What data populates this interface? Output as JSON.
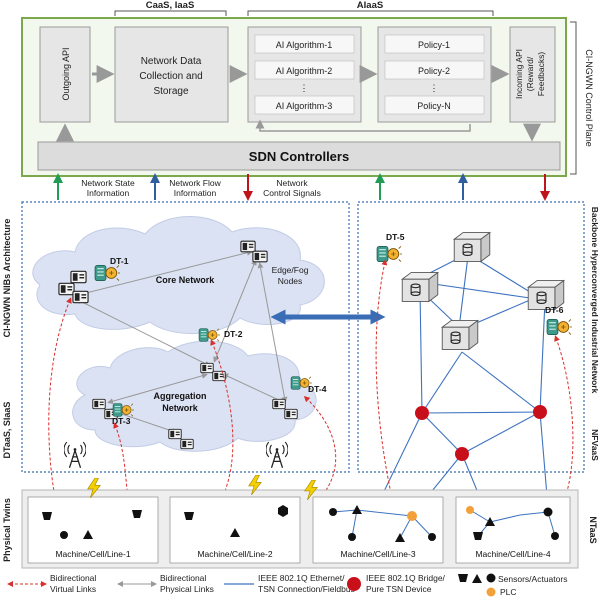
{
  "top_labels": {
    "caas_iaas": "CaaS, IaaS",
    "aiaas": "AIaaS"
  },
  "control_plane": {
    "side_label": "CI-NGWN Control Plane",
    "outgoing_api": "Outgoing API",
    "ndcs": [
      "Network Data",
      "Collection and",
      "Storage"
    ],
    "ai_algorithms": [
      "AI Algorithm-1",
      "AI Algorithm-2",
      "⋮",
      "AI Algorithm-3"
    ],
    "policies": [
      "Policy-1",
      "Policy-2",
      "⋮",
      "Policy-N"
    ],
    "incoming_api": [
      "Incoming API",
      "(Reward/",
      "Feedbacks)"
    ],
    "sdn": "SDN Controllers"
  },
  "signals": {
    "state": [
      "Network State",
      "Information"
    ],
    "flow": [
      "Network Flow",
      "Information"
    ],
    "control": [
      "Network",
      "Control Signals"
    ]
  },
  "left_region": {
    "side_label": "CI-NGWN NIBs Architecture",
    "side_label_2": "DTaaS, SIaaS",
    "core_network": "Core Network",
    "edge_fog": [
      "Edge/Fog",
      "Nodes"
    ],
    "aggregation": [
      "Aggregation",
      "Network"
    ],
    "dt_labels": {
      "dt1": "DT-1",
      "dt2": "DT-2",
      "dt3": "DT-3",
      "dt4": "DT-4"
    }
  },
  "right_region": {
    "side_label": "Backbone Hyperconverged Industrial Network",
    "nfv_label": "NFVaaS",
    "dt_labels": {
      "dt5": "DT-5",
      "dt6": "DT-6"
    }
  },
  "bottom": {
    "side_label": "Physical Twins",
    "nt_label": "NTaaS",
    "cells": [
      "Machine/Cell/Line-1",
      "Machine/Cell/Line-2",
      "Machine/Cell/Line-3",
      "Machine/Cell/Line-4"
    ]
  },
  "legend": {
    "virtual": [
      "Bidirectional",
      "Virtual Links"
    ],
    "physical": [
      "Bidirectional",
      "Physical Links"
    ],
    "ethernet": [
      "IEEE 802.1Q Ethernet/",
      "TSN Connection/Fieldbus"
    ],
    "bridge": [
      "IEEE 802.1Q Bridge/",
      "Pure TSN Device"
    ],
    "sensors": "Sensors/Actuators",
    "plc": "PLC"
  },
  "colors": {
    "control_border": "#7aa84a",
    "control_fill": "#f3f8ee",
    "box_fill": "#e6e6e6",
    "sdn_fill": "#dcdcdc",
    "green_arrow": "#1f9d55",
    "blue_arrow": "#2f5f9e",
    "red_arrow": "#c0141b",
    "virtual_link": "#d9302c",
    "bridge": "#c8101a",
    "ethernet": "#3e73c0",
    "plc": "#f2a13a",
    "cloud": "#dbe2f3",
    "dashed_border": "#3a6db5"
  }
}
